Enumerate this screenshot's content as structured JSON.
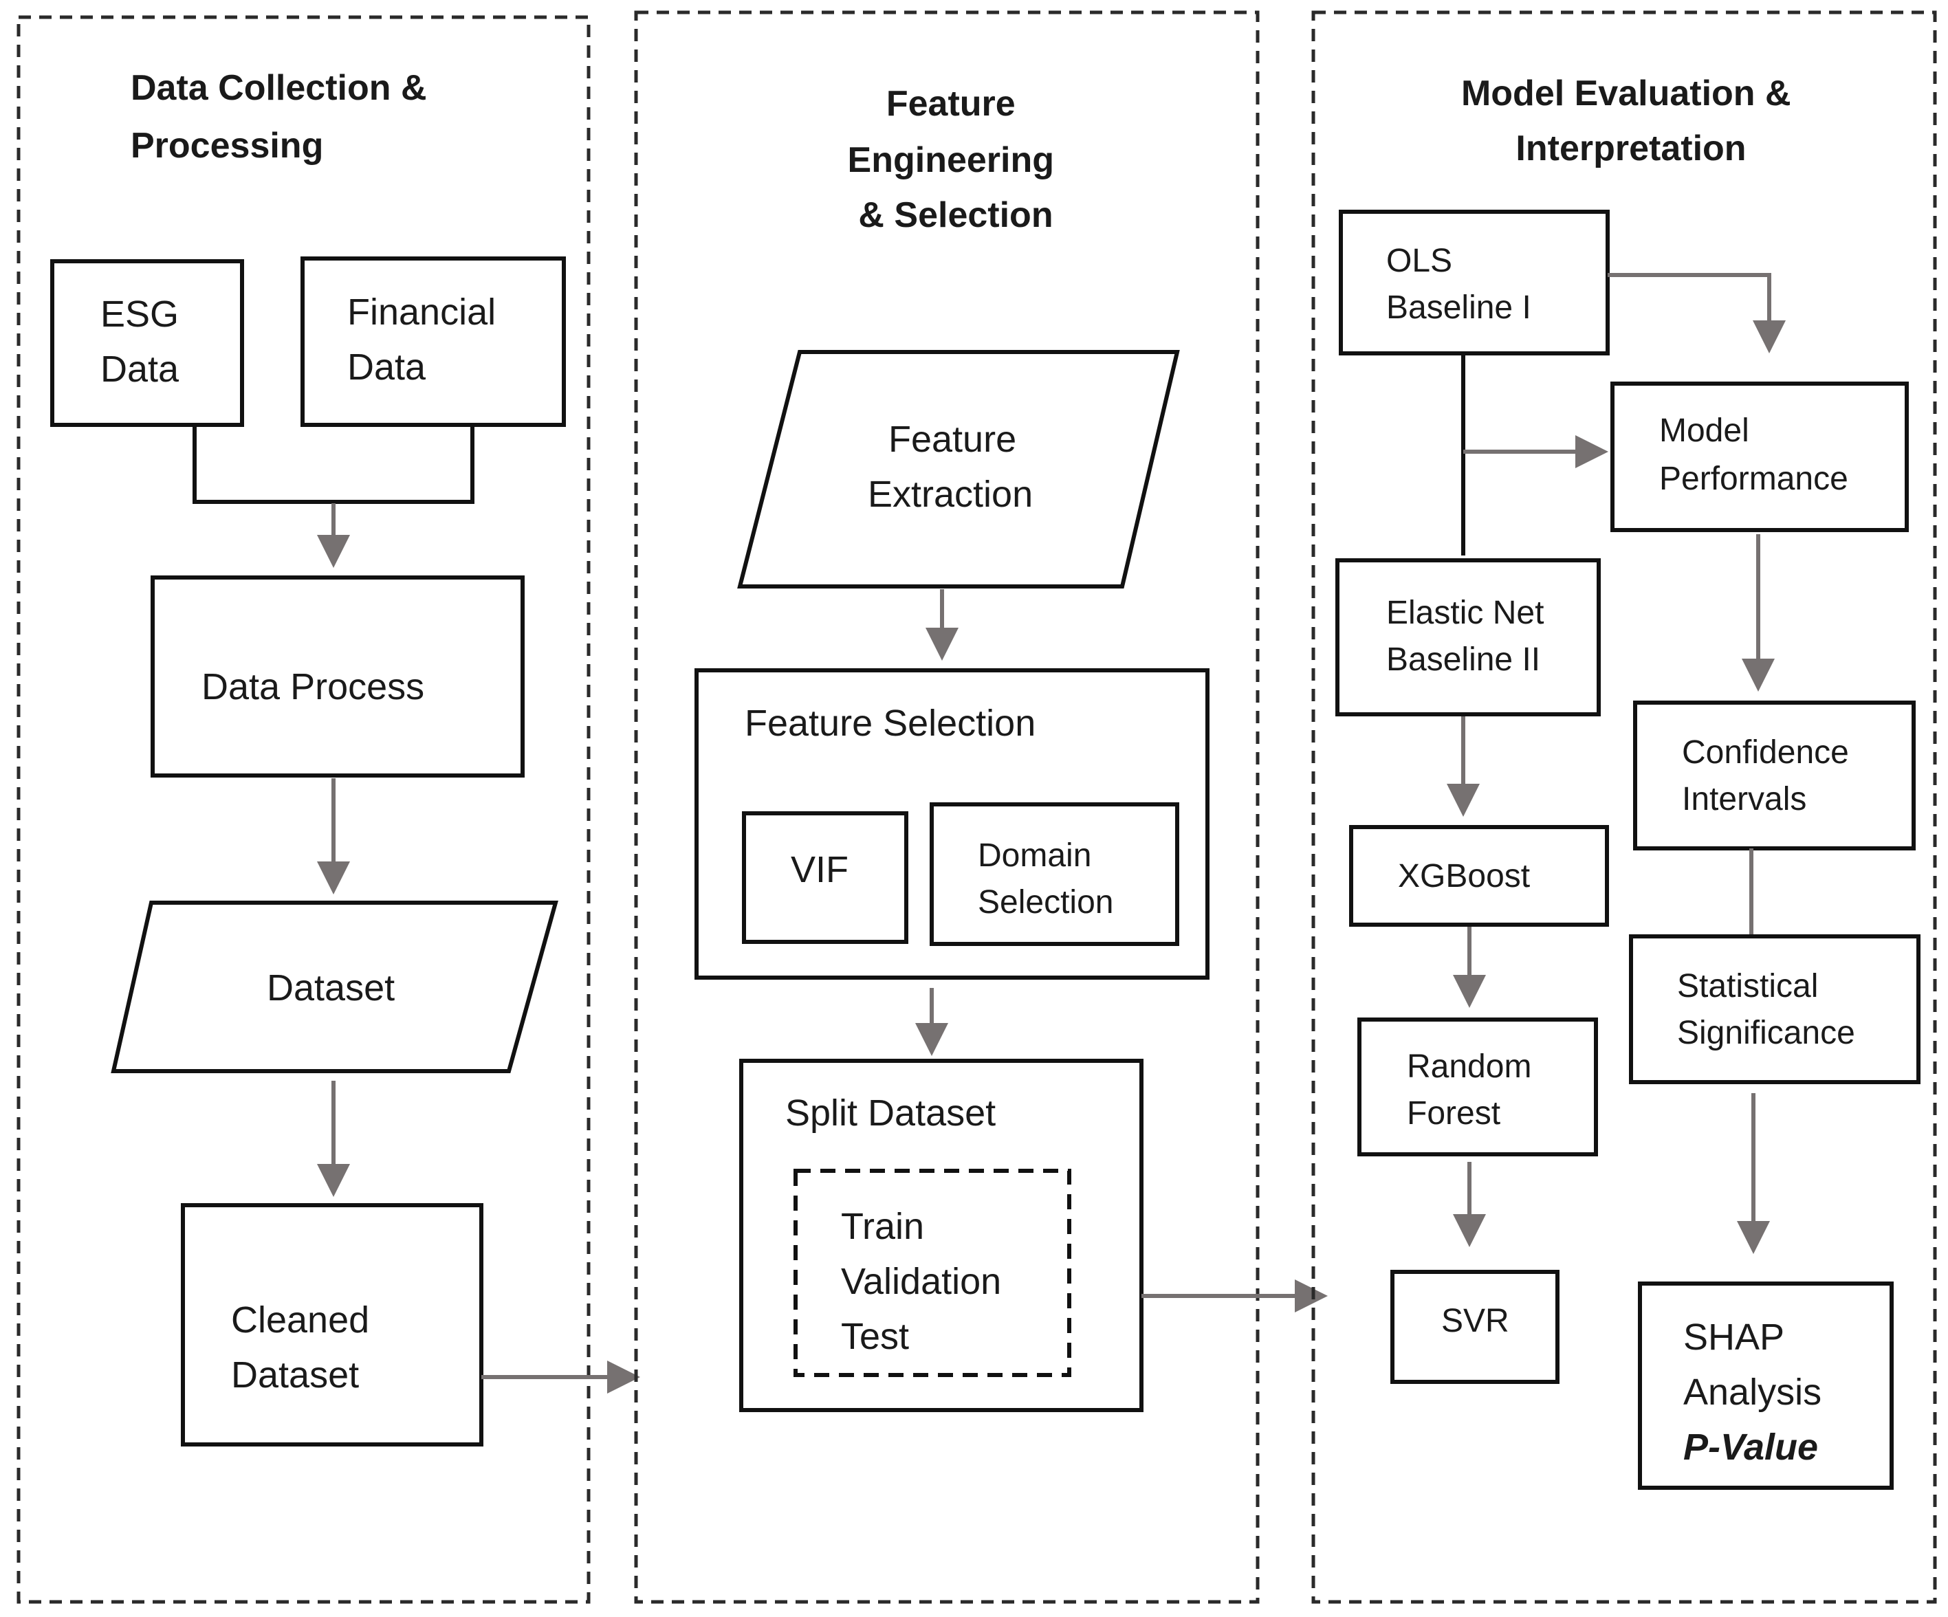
{
  "panels": {
    "data_collection": {
      "title": [
        "Data Collection &",
        "Processing"
      ],
      "nodes": {
        "esg": [
          "ESG",
          "Data"
        ],
        "financial": [
          "Financial",
          "Data"
        ],
        "data_process": [
          "Data Process"
        ],
        "dataset": [
          "Dataset"
        ],
        "cleaned": [
          "Cleaned",
          "Dataset"
        ]
      }
    },
    "feature_engineering": {
      "title": [
        "Feature",
        "Engineering",
        "& Selection"
      ],
      "nodes": {
        "extraction": [
          "Feature",
          "Extraction"
        ],
        "selection": [
          "Feature Selection"
        ],
        "vif": [
          "VIF"
        ],
        "domain": [
          "Domain",
          "Selection"
        ],
        "split": [
          "Split Dataset"
        ],
        "splits": [
          "Train",
          "Validation",
          "Test"
        ]
      }
    },
    "model_evaluation": {
      "title": [
        "Model Evaluation &",
        "Interpretation"
      ],
      "nodes": {
        "ols": [
          "OLS",
          "Baseline I"
        ],
        "elastic": [
          "Elastic Net",
          "Baseline II"
        ],
        "xgboost": [
          "XGBoost"
        ],
        "random_forest": [
          "Random",
          "Forest"
        ],
        "svr": [
          "SVR"
        ],
        "performance": [
          "Model",
          "Performance"
        ],
        "confidence": [
          "Confidence",
          "Intervals"
        ],
        "significance": [
          "Statistical",
          "Significance"
        ],
        "shap": [
          "SHAP",
          "Analysis"
        ],
        "pvalue": "P-Value"
      }
    }
  },
  "colors": {
    "box_stroke": "#111111",
    "arrow": "#767171",
    "panel_border": "#2a2a2a"
  }
}
